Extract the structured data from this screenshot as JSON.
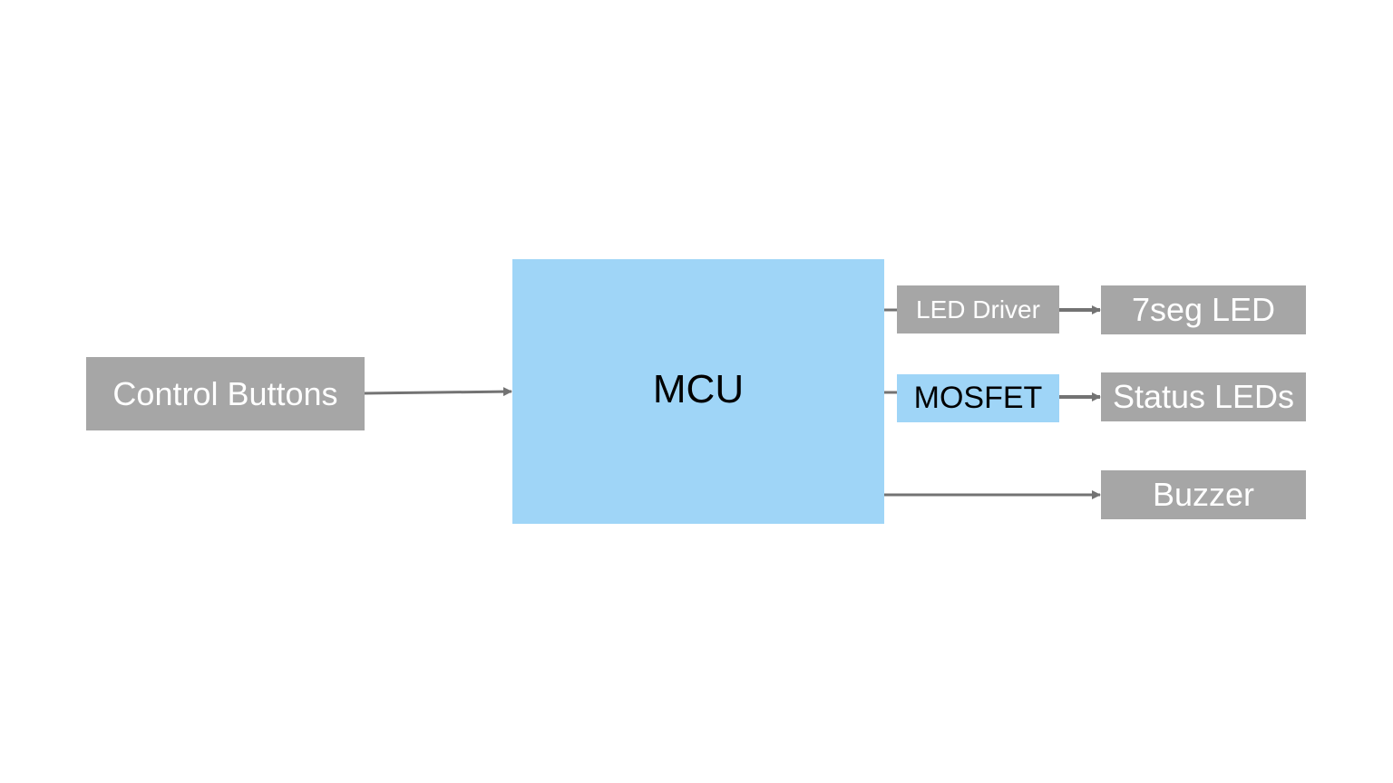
{
  "diagram": {
    "nodes": {
      "control_buttons": "Control Buttons",
      "mcu": "MCU",
      "led_driver": "LED Driver",
      "mosfet": "MOSFET",
      "seg_led": "7seg LED",
      "status_leds": "Status LEDs",
      "buzzer": "Buzzer"
    },
    "edges": [
      {
        "from": "Control Buttons",
        "to": "MCU"
      },
      {
        "from": "MCU",
        "to": "LED Driver"
      },
      {
        "from": "LED Driver",
        "to": "7seg LED"
      },
      {
        "from": "MCU",
        "to": "MOSFET"
      },
      {
        "from": "MOSFET",
        "to": "Status LEDs"
      },
      {
        "from": "MCU",
        "to": "Buzzer"
      }
    ],
    "colors": {
      "gray_block": "#a6a6a6",
      "blue_block": "#9fd5f7",
      "arrow": "#737373"
    }
  }
}
